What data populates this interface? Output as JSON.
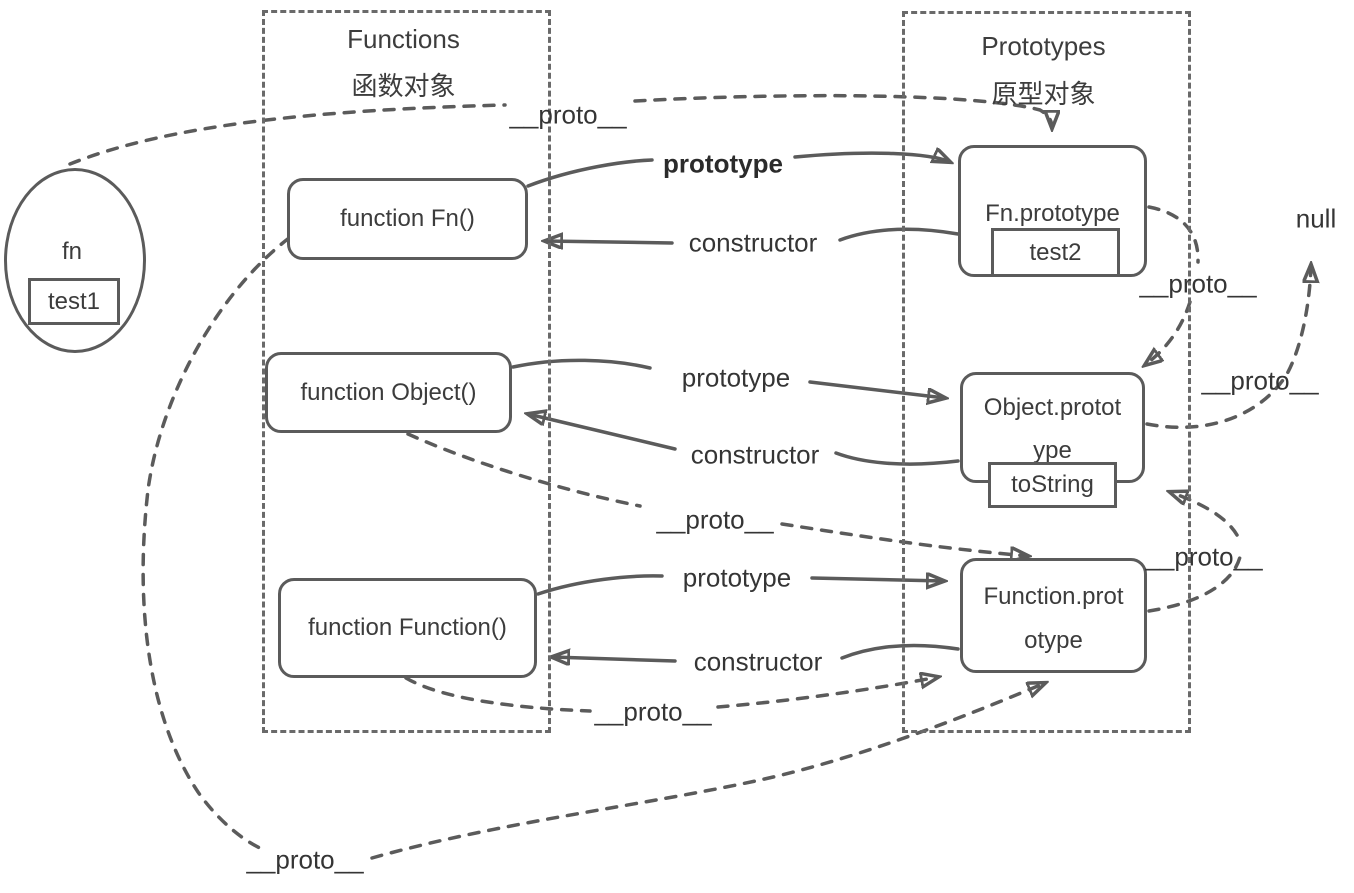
{
  "containers": {
    "functions": {
      "title_en": "Functions",
      "title_zh": "函数对象"
    },
    "prototypes": {
      "title_en": "Prototypes",
      "title_zh": "原型对象"
    }
  },
  "fn_instance": {
    "label": "fn",
    "member": "test1"
  },
  "function_boxes": {
    "fn": {
      "label": "function Fn()"
    },
    "object": {
      "label": "function Object()"
    },
    "function": {
      "label": "function Function()"
    }
  },
  "prototype_boxes": {
    "fn_prototype": {
      "label": "Fn.prototype",
      "member": "test2"
    },
    "object_prototype": {
      "line1": "Object.protot",
      "line2": "ype",
      "member": "toString"
    },
    "function_prototype": {
      "line1": "Function.prot",
      "line2": "otype"
    }
  },
  "edge_labels": {
    "fn_row_prototype": "prototype",
    "fn_row_constructor": "constructor",
    "object_row_prototype": "prototype",
    "object_row_constructor": "constructor",
    "function_row_prototype": "prototype",
    "function_row_constructor": "constructor",
    "proto_fn_instance": "__proto__",
    "proto_fn_prototype": "__proto__",
    "proto_to_null": "__proto__",
    "proto_function_prototype": "__proto__",
    "proto_object_fn": "__proto__",
    "proto_function_fn": "__proto__",
    "proto_fn_fn": "__proto__",
    "null_value": "null"
  },
  "colors": {
    "line": "#5b5b5b",
    "text": "#3a3a3a"
  }
}
